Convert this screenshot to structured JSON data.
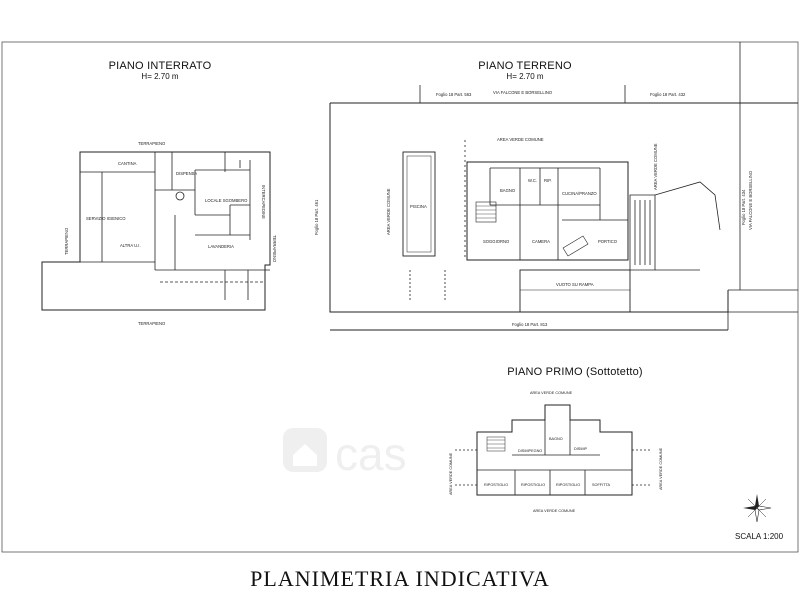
{
  "sheet": {
    "footer_title": "PLANIMETRIA INDICATIVA",
    "scale": "SCALA 1:200",
    "watermark": "cas"
  },
  "basement": {
    "title": "PIANO INTERRATO",
    "height": "H= 2.70 m",
    "labels": {
      "terrapieno_top": "TERRAPIENO",
      "terrapieno_bottom": "TERRAPIENO",
      "terrapieno_left": "TERRAPIENO",
      "terrapieno_right": "TERRAPIENO",
      "intercapedine": "INTERCAPEDINE",
      "cantina": "CANTINA",
      "dispensa": "DISPENSA",
      "locale_sgombero": "LOCALE SGOMBERO",
      "servizio_igienico": "SERVIZIO IGIENICO",
      "altro": "ALTRA U.I.",
      "lavanderia": "LAVANDERIA"
    }
  },
  "ground": {
    "title": "PIANO TERRENO",
    "height": "H= 2.70 m",
    "labels": {
      "street": "VIA FALCONE E BORSELLINO",
      "street_right": "VIA FALCONE E BORSELLINO",
      "foglio_563": "Foglio 18 Part. 563",
      "foglio_432": "Foglio 18 Part. 432",
      "foglio_461": "Foglio 18 Part. 461",
      "foglio_434": "Foglio 18 Part. 434",
      "foglio_813": "Foglio 18 Part. 813",
      "area_comune_top": "AREA VERDE COMUNE",
      "area_comune_left": "AREA VERDE COMUNE",
      "area_comune_right": "AREA VERDE COMUNE",
      "piscina": "PISCINA",
      "bagno": "BAGNO",
      "wc": "W.C.",
      "rip": "RIP.",
      "cucina": "CUCINA/PRANZO",
      "soggiorno": "SOGGIORNO",
      "camera": "CAMERA",
      "portico": "PORTICO",
      "vuoto_rampa": "VUOTO SU RAMPA"
    }
  },
  "first": {
    "title": "PIANO PRIMO (Sottotetto)",
    "labels": {
      "area_comune_top": "AREA VERDE COMUNE",
      "area_comune_bottom": "AREA VERDE COMUNE",
      "area_comune_left": "AREA VERDE COMUNE",
      "area_comune_right": "AREA VERDE COMUNE",
      "bagno": "BAGNO",
      "disimpegno": "DISIMPEGNO",
      "disimp": "DISIMP",
      "ripostiglio_1": "RIPOSTIGLIO",
      "ripostiglio_2": "RIPOSTIGLIO",
      "ripostiglio_3": "RIPOSTIGLIO",
      "soffitta": "SOFFITTA"
    }
  }
}
